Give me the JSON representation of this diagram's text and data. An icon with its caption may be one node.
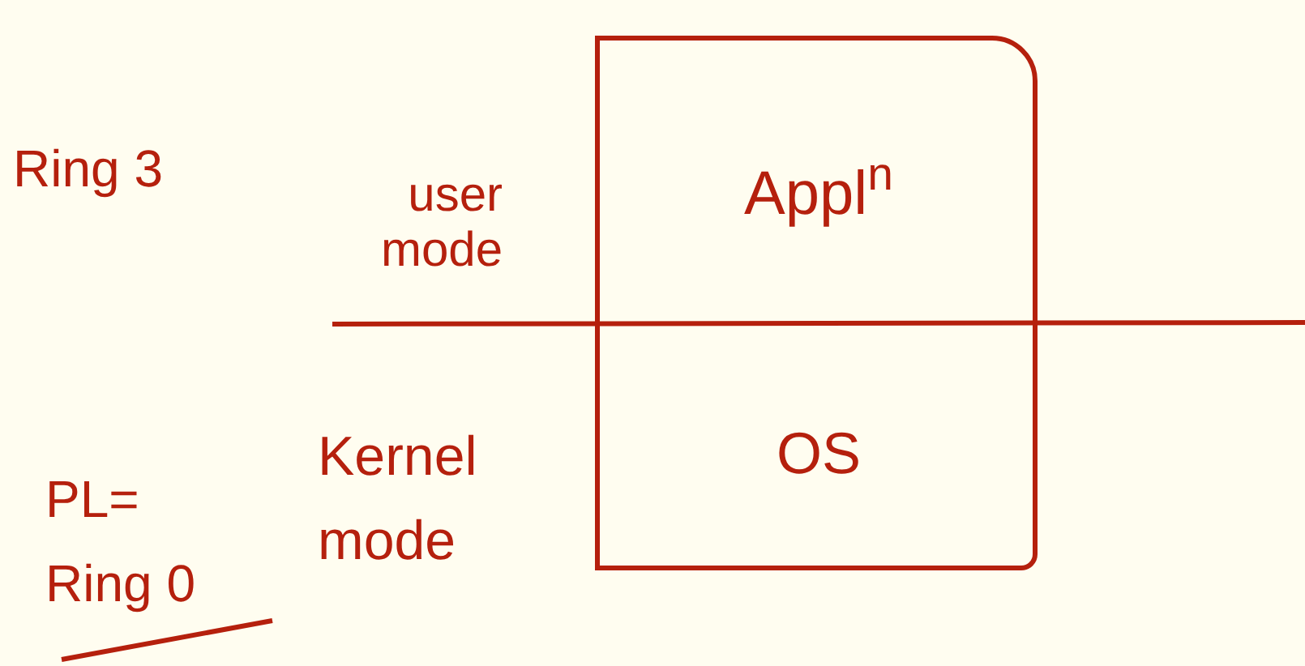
{
  "diagram": {
    "nodes": [
      {
        "text": [],
        "shape": "box"
      },
      {
        "text": [
          "Appl$^{n}$"
        ],
        "in": 0
      },
      {
        "text": [
          "OS"
        ],
        "in": 0
      }
    ],
    "labels": [
      "Ring 3",
      "user mode",
      "Kernel mode",
      "PL= Ring 0"
    ]
  }
}
